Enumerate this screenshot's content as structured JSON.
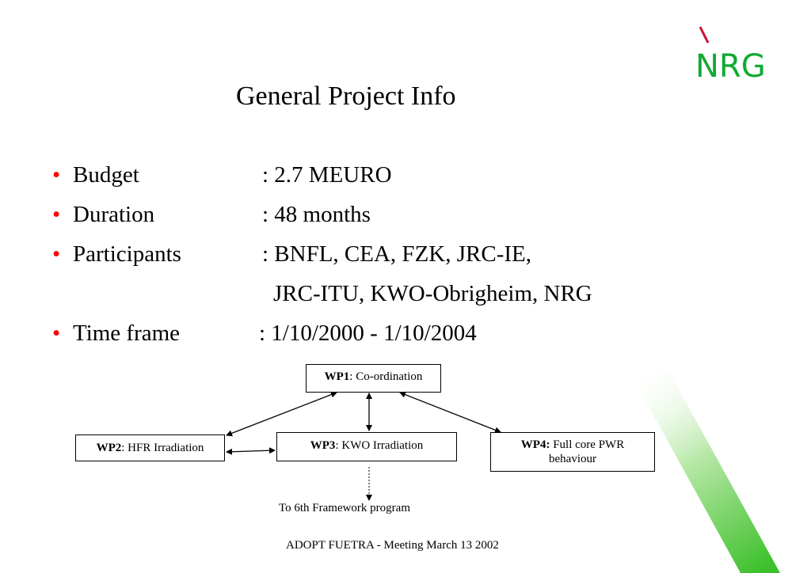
{
  "logo": {
    "text": "NRG",
    "color": "#11aa33",
    "accent": "#cc1133"
  },
  "title": "General Project Info",
  "bullets": [
    {
      "label": "Budget",
      "value": ":  2.7 MEURO"
    },
    {
      "label": "Duration",
      "value": ": 48 months"
    },
    {
      "label": "Participants",
      "value": ": BNFL, CEA, FZK, JRC-IE,",
      "continuation": "JRC-ITU, KWO-Obrigheim, NRG"
    },
    {
      "label": "Time frame",
      "value": ": 1/10/2000 - 1/10/2004"
    }
  ],
  "bullet_glyph": "•",
  "diagram": {
    "wp1": {
      "id": "WP1",
      "text": ": Co-ordination"
    },
    "wp2": {
      "id": "WP2",
      "text": ": HFR Irradiation"
    },
    "wp3": {
      "id": "WP3",
      "text": ": KWO Irradiation"
    },
    "wp4": {
      "id": "WP4:",
      "text": " Full core PWR behaviour"
    },
    "note": "To 6th Framework program"
  },
  "footer": "ADOPT FUETRA - Meeting March 13 2002"
}
